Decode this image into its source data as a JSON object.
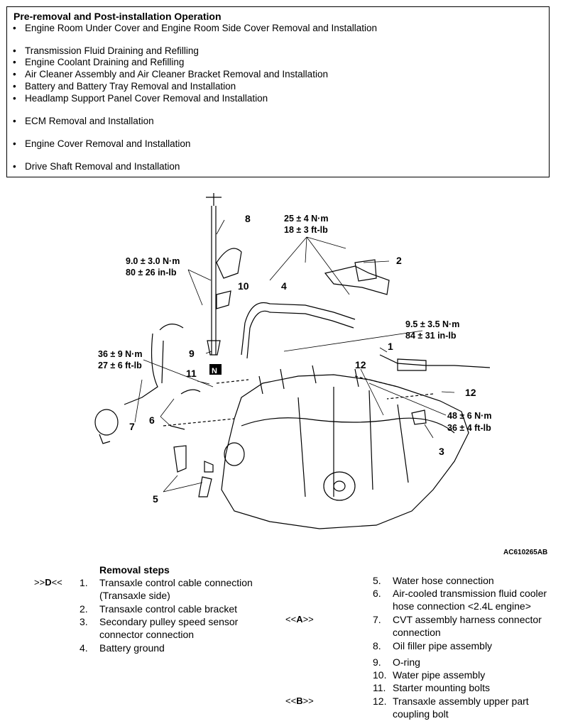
{
  "pre": {
    "title": "Pre-removal and Post-installation Operation",
    "items": [
      "Engine Room Under Cover and Engine Room Side Cover Removal and Installation",
      "Transmission Fluid Draining and Refilling",
      "Engine Coolant Draining and Refilling",
      "Air Cleaner Assembly and Air Cleaner Bracket Removal and Installation",
      "Battery and Battery Tray Removal and Installation",
      "Headlamp Support Panel Cover Removal and Installation",
      "ECM Removal and Installation",
      "Engine Cover Removal and Installation",
      "Drive Shaft Removal and Installation"
    ]
  },
  "figure": {
    "id": "AC610265AB",
    "callouts": [
      "1",
      "2",
      "3",
      "4",
      "5",
      "6",
      "7",
      "8",
      "9",
      "10",
      "11",
      "12",
      "12"
    ],
    "torques": [
      {
        "nm": "9.0 ± 3.0 N·m",
        "imp": "80 ± 26 in-lb"
      },
      {
        "nm": "25 ± 4 N·m",
        "imp": "18 ± 3 ft-lb"
      },
      {
        "nm": "9.5 ± 3.5 N·m",
        "imp": "84 ± 31 in-lb"
      },
      {
        "nm": "36 ± 9 N·m",
        "imp": "27 ± 6 ft-lb"
      },
      {
        "nm": "48 ± 6 N·m",
        "imp": "36 ± 4 ft-lb"
      }
    ],
    "n_mark": "N"
  },
  "steps": {
    "title": "Removal steps",
    "left": [
      {
        "num": "1.",
        "l1": "Transaxle control cable connection",
        "l2": "(Transaxle side)",
        "tag_open": ">>",
        "tag": "D",
        "tag_close": "<<"
      },
      {
        "num": "2.",
        "l1": "Transaxle control cable bracket"
      },
      {
        "num": "3.",
        "l1": "Secondary pulley speed sensor",
        "l2": "connector connection"
      },
      {
        "num": "4.",
        "l1": "Battery ground"
      }
    ],
    "right": [
      {
        "num": "5.",
        "l1": "Water hose connection"
      },
      {
        "num": "6.",
        "l1": "Air-cooled transmission fluid cooler",
        "l2": "hose connection <2.4L engine>"
      },
      {
        "num": "7.",
        "l1": "CVT assembly harness connector",
        "l2": "connection",
        "tag_open": "<<",
        "tag": "A",
        "tag_close": ">>"
      },
      {
        "num": "8.",
        "l1": "Oil filler pipe assembly"
      },
      {
        "num": "9.",
        "l1": "O-ring"
      },
      {
        "num": "10.",
        "l1": "Water pipe assembly"
      },
      {
        "num": "11.",
        "l1": "Starter mounting bolts"
      },
      {
        "num": "12.",
        "l1": "Transaxle assembly upper part",
        "l2": "coupling bolt",
        "tag_open": "<<",
        "tag": "B",
        "tag_close": ">>"
      }
    ]
  }
}
